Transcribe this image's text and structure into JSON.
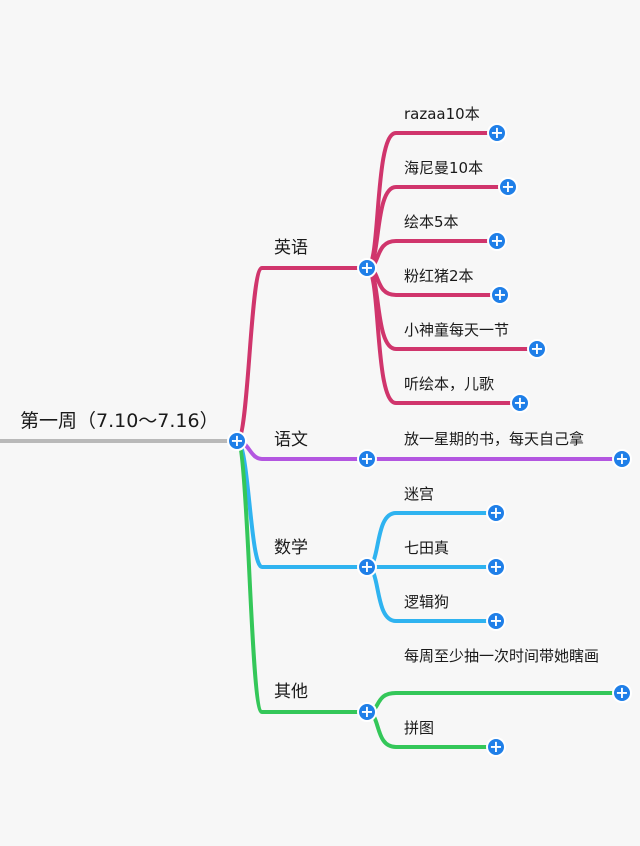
{
  "root": {
    "label": "第一周（7.10～7.16）"
  },
  "colors": {
    "root_line": "#b9b9b9",
    "toggle": "#1f7fe8",
    "english": "#d0356c",
    "chinese": "#b356e0",
    "math": "#2fb3f0",
    "other": "#34c759"
  },
  "toggle_icon": "plus-icon",
  "branches": [
    {
      "label": "英语",
      "color_key": "english",
      "leaves": [
        "razaa10本",
        "海尼曼10本",
        "绘本5本",
        "粉红猪2本",
        "小神童每天一节",
        "听绘本，儿歌"
      ]
    },
    {
      "label": "语文",
      "color_key": "chinese",
      "leaves": [
        "放一星期的书，每天自己拿"
      ]
    },
    {
      "label": "数学",
      "color_key": "math",
      "leaves": [
        "迷宫",
        "七田真",
        "逻辑狗"
      ]
    },
    {
      "label": "其他",
      "color_key": "other",
      "leaves": [
        "每周至少抽一次时间带她瞎画",
        "拼图"
      ]
    }
  ]
}
